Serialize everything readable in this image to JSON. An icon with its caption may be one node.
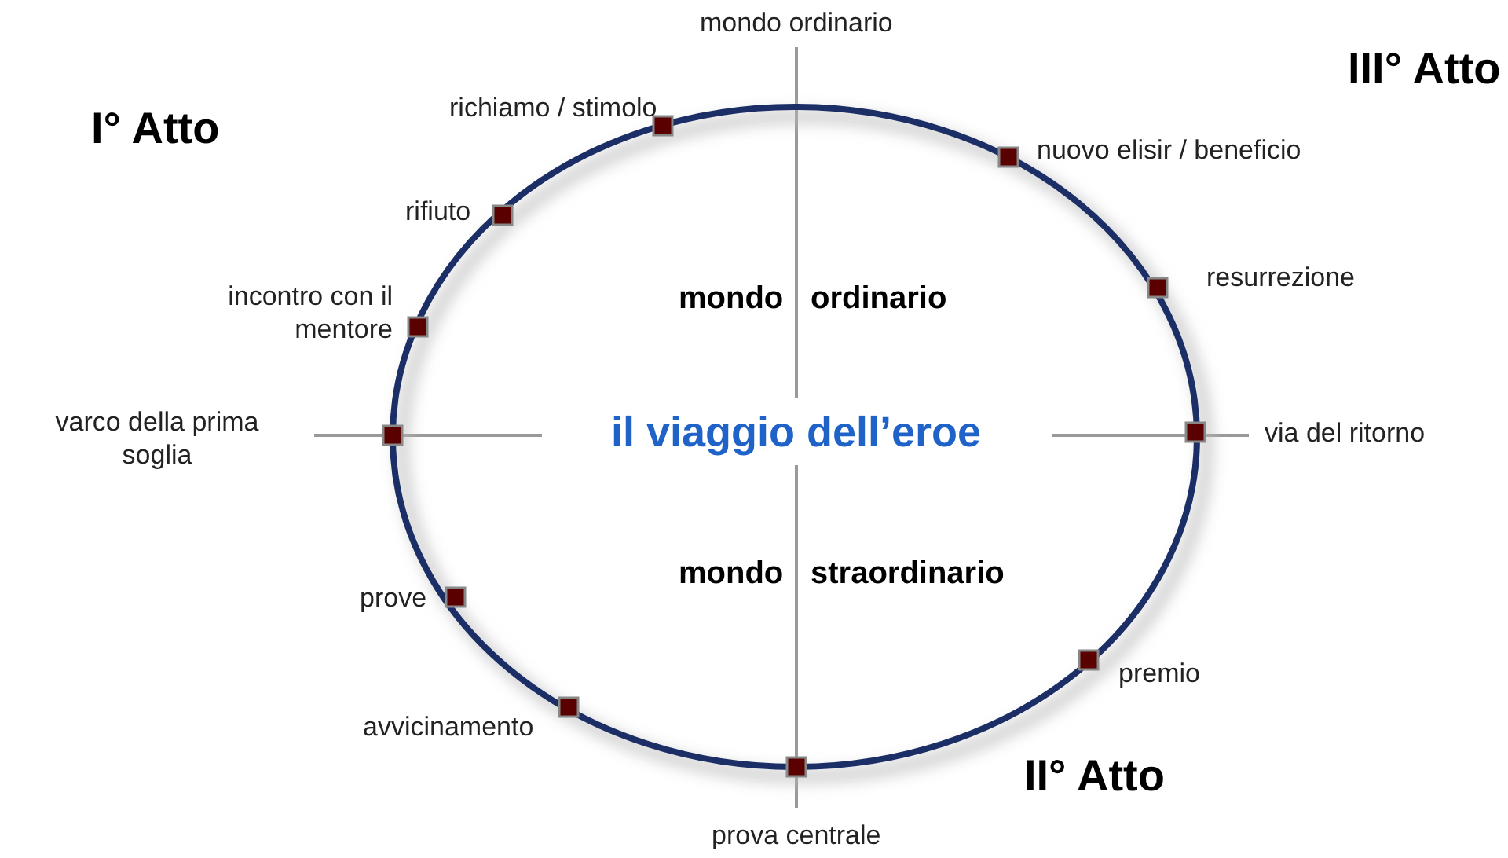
{
  "diagram": {
    "title": "il viaggio dell’eroe",
    "labels": [
      "mondo ordinario",
      "III° Atto",
      "I° Atto",
      "richiamo / stimolo",
      "nuovo elisir / beneficio",
      "rifiuto",
      "resurrezione",
      "incontro con il mentore",
      "mondo",
      "ordinario",
      "varco della prima soglia",
      "via del ritorno",
      "mondo",
      "straordinario",
      "prove",
      "premio",
      "avvicinamento",
      "II° Atto",
      "prova centrale"
    ]
  }
}
